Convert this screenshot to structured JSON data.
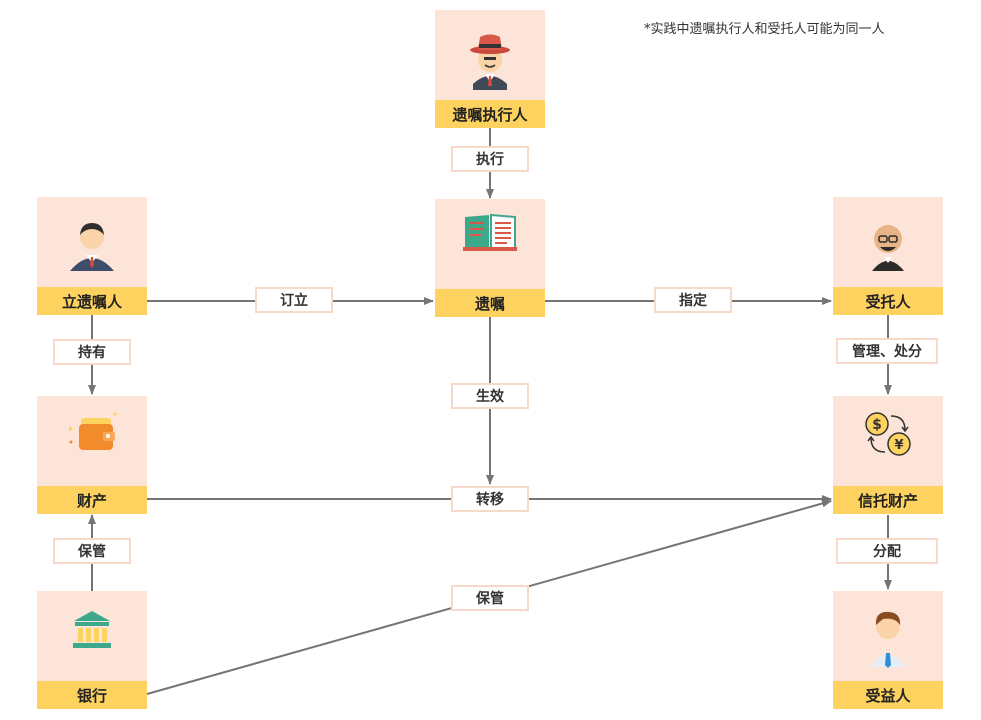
{
  "note": "*实践中遗嘱执行人和受托人可能为同一人",
  "nodes": {
    "executor": "遗嘱执行人",
    "testator": "立遗嘱人",
    "will": "遗嘱",
    "trustee": "受托人",
    "property": "财产",
    "trust_property": "信托财产",
    "bank": "银行",
    "beneficiary": "受益人"
  },
  "relations": {
    "execute": "执行",
    "establish": "订立",
    "designate": "指定",
    "hold": "持有",
    "manage_dispose": "管理、处分",
    "take_effect": "生效",
    "transfer": "转移",
    "custody_bank": "保管",
    "distribute": "分配",
    "custody_trust": "保管"
  },
  "colors": {
    "node_bg": "#fce5d8",
    "label_bg": "#fdd25f",
    "arrow": "#757575",
    "relation_border": "#f6d9cb"
  }
}
